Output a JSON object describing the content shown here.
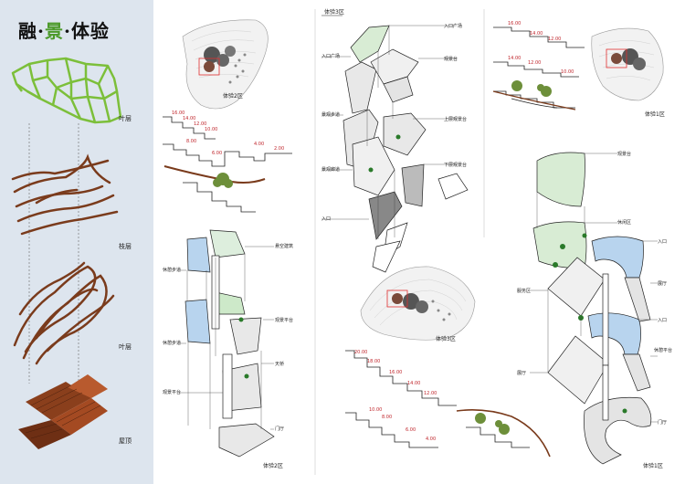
{
  "title": {
    "part1": "融",
    "dot1": "·",
    "part2": "景",
    "dot2": "·",
    "part3": "体验"
  },
  "colors": {
    "accent_green": "#4c9a2a",
    "panel_bg": "#dde5ee",
    "elevation_red": "#c0272d",
    "wood_brown": "#7a3b1c"
  },
  "layers": [
    {
      "name": "叶层",
      "key": "leaf"
    },
    {
      "name": "枝层",
      "key": "branch"
    },
    {
      "name": "叶层",
      "key": "trunk"
    },
    {
      "name": "屋顶",
      "key": "roof"
    }
  ],
  "zones": {
    "zone2": {
      "caption": "体验2区",
      "labels": [
        "悬空建筑",
        "休憩步道",
        "观景平台",
        "天桥",
        "门厅"
      ]
    },
    "zone3_caption_top": "体验3区",
    "zone3_map_caption": "体验3区",
    "zone3": {
      "labels": [
        "入口广场",
        "观景台",
        "景观步道",
        "上层观景台",
        "下层观景台",
        "景观廊道",
        "入口"
      ]
    },
    "zone1": {
      "map_caption": "体验1区",
      "caption": "体验1区",
      "labels": [
        "观景台",
        "休闲区",
        "入口",
        "展厅",
        "服务区",
        "休憩平台",
        "门厅"
      ]
    },
    "zone2_map_caption": "体验2区"
  },
  "elevations": {
    "zone2": [
      "16.00",
      "14.00",
      "12.00",
      "10.00",
      "8.00",
      "6.00",
      "4.00",
      "2.00"
    ],
    "zone3": [
      "20.00",
      "18.00",
      "16.00",
      "14.00",
      "12.00"
    ],
    "zone3b": [
      "10.00",
      "8.00",
      "6.00",
      "4.00"
    ],
    "zone1": [
      "16.00",
      "14.00",
      "12.00",
      "10.00"
    ]
  }
}
